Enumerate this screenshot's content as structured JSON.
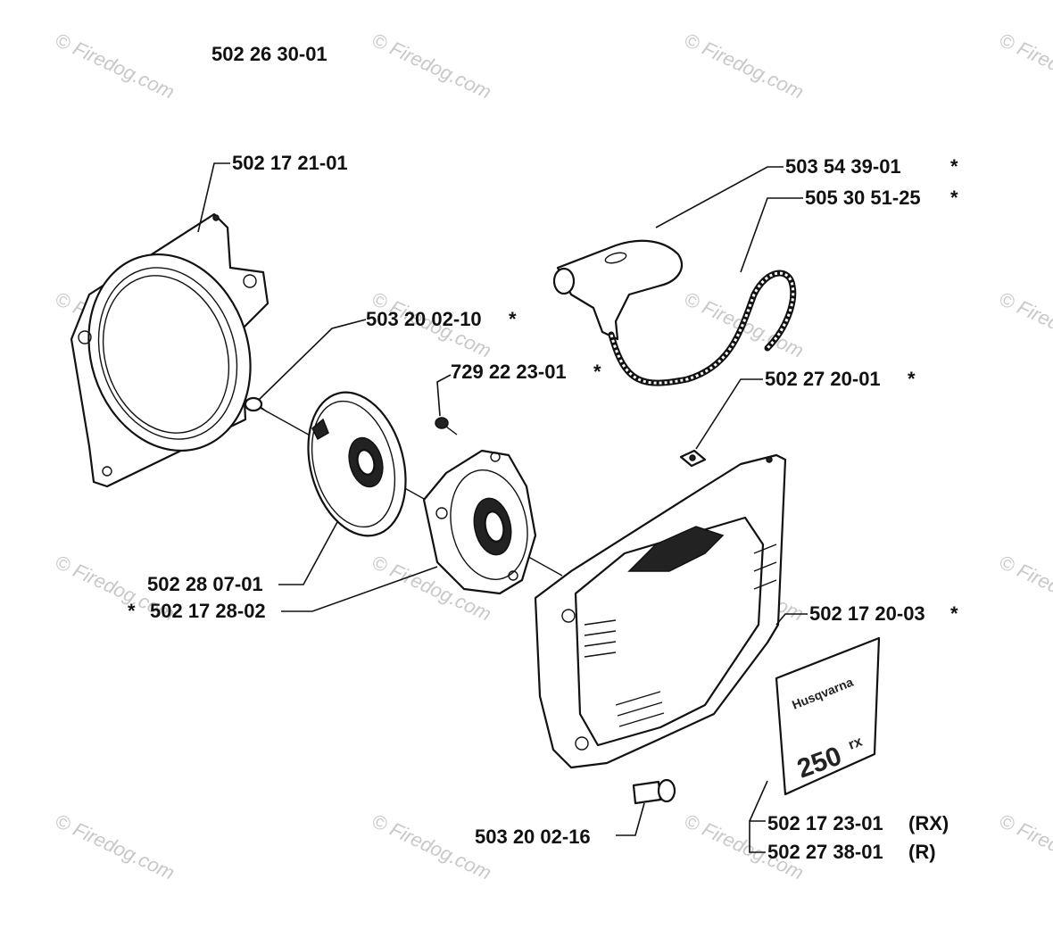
{
  "assembly_number": "502 26 30-01",
  "watermark": "© Firedog.com",
  "part_labels": {
    "fan_housing": "502 17 21-01",
    "handle": "503 54 39-01",
    "rope": "505 30 51-25",
    "center_screw": "503 20 02-10",
    "spring_screw": "729 22 23-01",
    "nut_plate": "502 27 20-01",
    "pulley": "502 28 07-01",
    "spring_cassette": "502 17 28-02",
    "starter_cover": "502 17 20-03",
    "bottom_screw": "503 20 02-16",
    "decal_rx": "502 17 23-01",
    "decal_r": "502 27 38-01"
  },
  "variant_tags": {
    "rx": "(RX)",
    "r": "(R)"
  },
  "asterisk": "*",
  "decal_text": {
    "brand": "Husqvarna",
    "model": "250",
    "suffix": "rx"
  }
}
